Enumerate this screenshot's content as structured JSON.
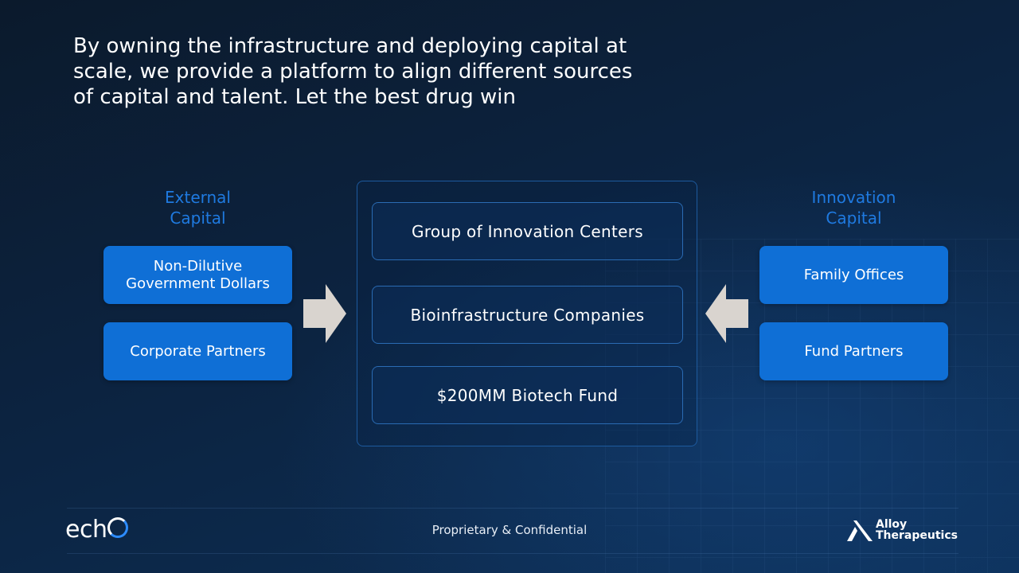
{
  "headline": {
    "line1": "By owning the infrastructure and deploying capital at",
    "line2": "scale, we provide a platform to align different sources",
    "line3": "of capital and talent. Let the best drug win"
  },
  "left_column": {
    "title_line1": "External",
    "title_line2": "Capital",
    "boxes": [
      {
        "line1": "Non-Dilutive",
        "line2": "Government Dollars"
      },
      {
        "line1": "Corporate Partners"
      }
    ]
  },
  "center_column": {
    "boxes": [
      {
        "label": "Group of Innovation Centers"
      },
      {
        "label": "Bioinfrastructure Companies"
      },
      {
        "label": "$200MM Biotech Fund"
      }
    ]
  },
  "right_column": {
    "title_line1": "Innovation",
    "title_line2": "Capital",
    "boxes": [
      {
        "label": "Family Offices"
      },
      {
        "label": "Fund Partners"
      }
    ]
  },
  "footer": {
    "left_logo": "echo",
    "center_text": "Proprietary & Confidential",
    "right_logo_line1": "Alloy",
    "right_logo_line2": "Therapeutics"
  },
  "colors": {
    "accent_blue": "#0f6fd6",
    "title_blue": "#1f7ae0",
    "arrow_gray": "#d9d4cf",
    "background": "#0c2340"
  }
}
